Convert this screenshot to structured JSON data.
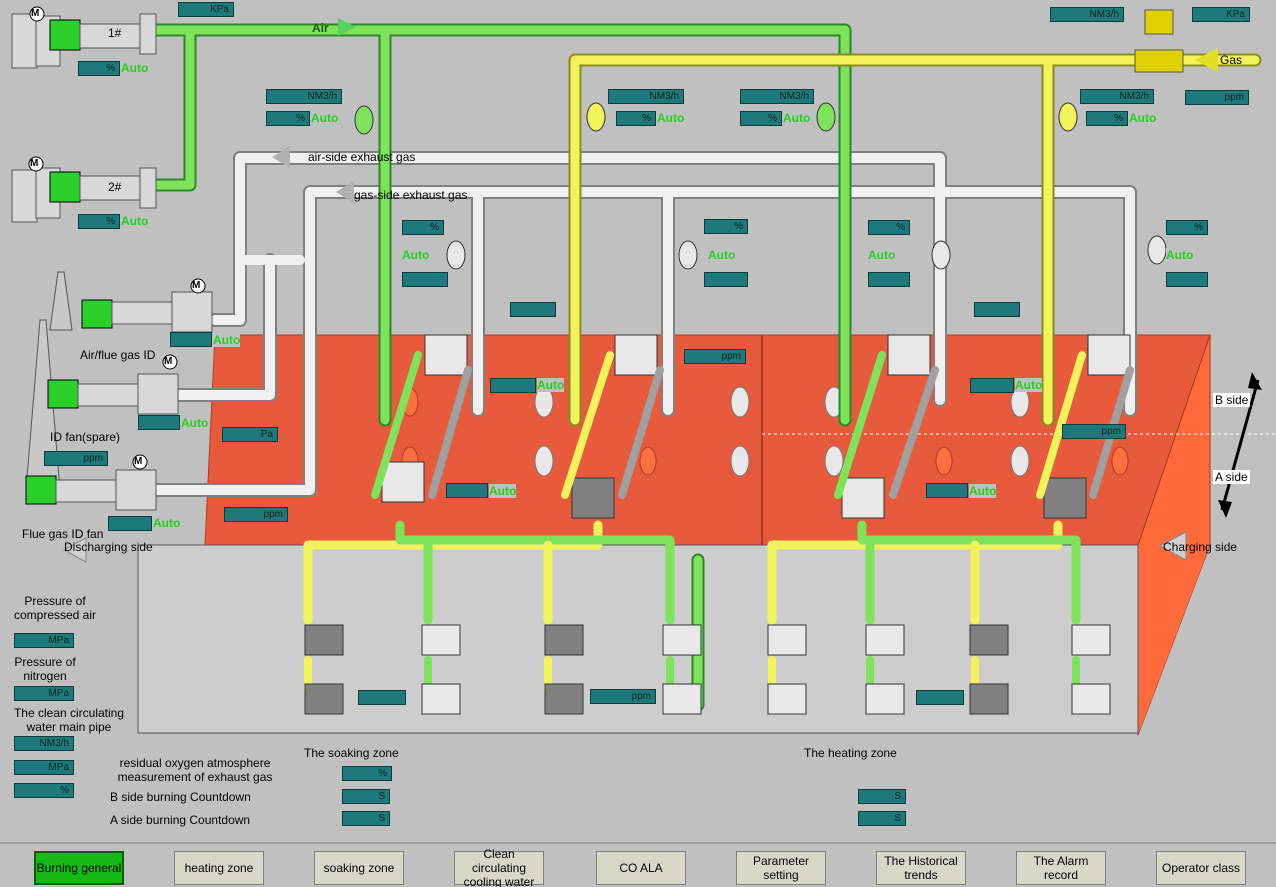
{
  "top": {
    "air_label": "Air",
    "gas_label": "Gas",
    "air_pressure_unit": "KPa",
    "gas_pressure_unit": "KPa",
    "gas_flow_unit": "NM3/h"
  },
  "fans": {
    "fan1_label": "1#",
    "fan2_label": "2#",
    "fan1_unit": "%",
    "fan1_auto": "Auto",
    "fan2_unit": "%",
    "fan2_auto": "Auto",
    "motor": "M",
    "airflue_label": "Air/flue gas ID",
    "idspare_label": "ID fan(spare)",
    "fluegas_label": "Flue gas ID fan",
    "airflue_auto": "Auto",
    "idspare_auto": "Auto",
    "fluegas_auto": "Auto",
    "pa_unit": "Pa",
    "ppm_unit": "ppm"
  },
  "exhaust": {
    "air_side": "air-side exhaust gas",
    "gas_side": "gas-side exhaust gas"
  },
  "units": {
    "nm3h": "NM3/h",
    "pct": "%",
    "ppm": "ppm",
    "auto": "Auto",
    "mpa": "MPa",
    "s": "S",
    "pa": "Pa"
  },
  "sides": {
    "b_side": "B side",
    "a_side": "A side",
    "charging": "Charging side",
    "discharging": "Discharging side"
  },
  "zones": {
    "soaking": "The soaking zone",
    "heating": "The heating zone"
  },
  "left_panel": {
    "compressed_air": "Pressure of compressed air",
    "nitrogen": "Pressure of nitrogen",
    "water": "The clean circulating water main pipe",
    "residual_oxygen": "residual oxygen atmosphere measurement of exhaust gas",
    "b_countdown": "B side burning Countdown",
    "a_countdown": "A side burning Countdown"
  },
  "nav": [
    {
      "label": "Burning general",
      "active": true
    },
    {
      "label": "heating zone"
    },
    {
      "label": "soaking zone"
    },
    {
      "label": "Clean circulating cooling water"
    },
    {
      "label": "CO ALA"
    },
    {
      "label": "Parameter setting"
    },
    {
      "label": "The Historical trends"
    },
    {
      "label": "The Alarm record"
    },
    {
      "label": "Operator class"
    }
  ],
  "colors": {
    "air_pipe": "#7ee25a",
    "gas_pipe": "#f2f25a",
    "exhaust_pipe": "#e8e8e8",
    "furnace": "#e85a3c",
    "display_box": "#1e7a7a",
    "auto_text": "#22d022"
  }
}
